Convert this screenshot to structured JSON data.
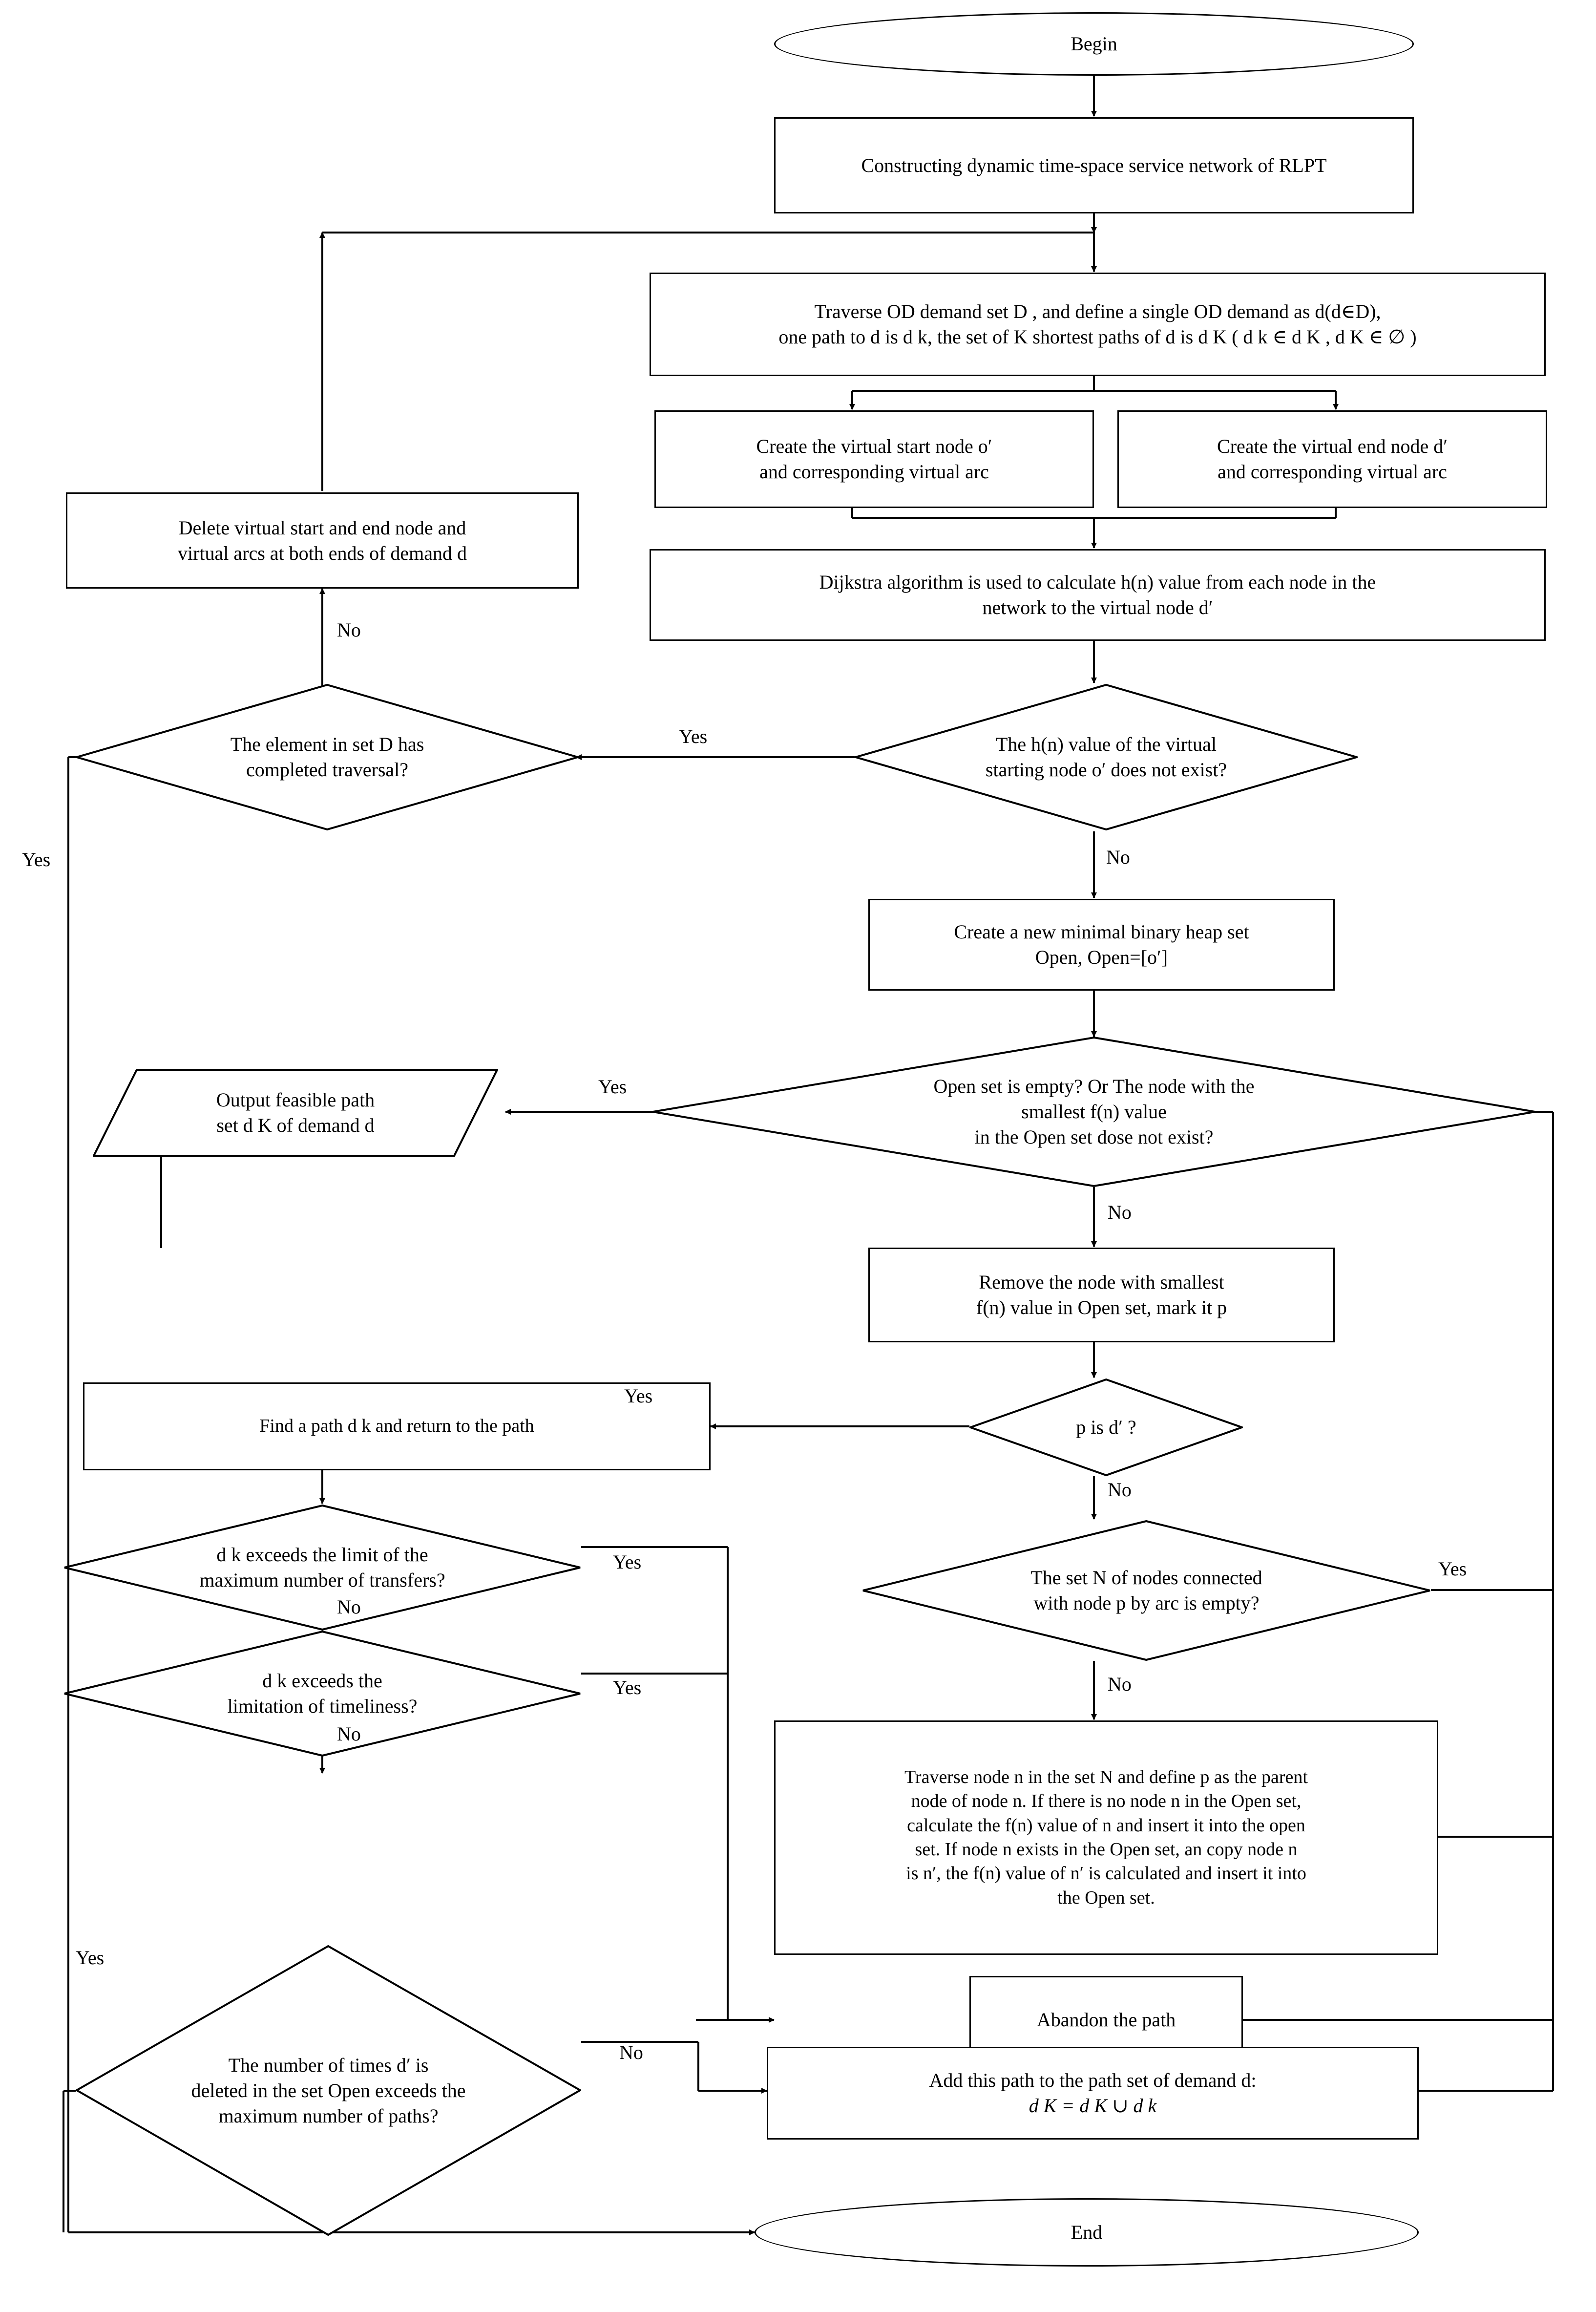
{
  "title": "RLPT dynamic time-space service network K-shortest path algorithm flowchart",
  "nodes": {
    "begin": {
      "label": "Begin",
      "shape": "terminator"
    },
    "construct": {
      "label": "Constructing dynamic time-space service network of RLPT",
      "shape": "process"
    },
    "traverse_od": {
      "line1": "Traverse OD demand set D , and define a single OD demand as d(d∈D),",
      "line2": "one path to d is d k, the set of K shortest paths of d is d K ( d k ∈ d K , d K ∈ ∅ )",
      "shape": "process"
    },
    "create_start": {
      "line1": "Create the virtual start node o′",
      "line2": "and corresponding virtual arc",
      "shape": "process"
    },
    "create_end": {
      "line1": "Create the virtual end node d′",
      "line2": "and corresponding virtual arc",
      "shape": "process"
    },
    "dijkstra": {
      "line1": "Dijkstra algorithm is used to calculate h(n) value from each node in the",
      "line2": "network to the virtual node d′",
      "shape": "process"
    },
    "delete_virtual": {
      "line1": "Delete virtual start and end node and",
      "line2": "virtual arcs at both ends of demand d",
      "shape": "process"
    },
    "set_d_traversed": {
      "line1": "The element in set D has",
      "line2": "completed traversal?",
      "shape": "decision"
    },
    "hn_not_exist": {
      "line1": "The h(n) value of the virtual",
      "line2": "starting node o′ does not exist?",
      "shape": "decision"
    },
    "create_heap": {
      "line1": "Create a new minimal binary heap set",
      "line2": "Open, Open=[o′]",
      "shape": "process"
    },
    "open_empty": {
      "line1": "Open set is empty? Or The node with the",
      "line2": "smallest f(n) value",
      "line3": "in the Open set dose not exist?",
      "shape": "decision"
    },
    "output_path": {
      "line1": "Output feasible path",
      "line2": "set d K of demand d",
      "shape": "io"
    },
    "remove_node": {
      "line1": "Remove the node with smallest",
      "line2": "f(n) value in Open set, mark it p",
      "shape": "process"
    },
    "p_is_d": {
      "line1": "p is d′ ?",
      "shape": "decision"
    },
    "find_path": {
      "line1": "Find  a path d k and return to the path",
      "shape": "process"
    },
    "exceeds_transfers": {
      "line1": "d k exceeds the limit of the",
      "line2": "maximum number of transfers?",
      "shape": "decision"
    },
    "exceeds_timeliness": {
      "line1": "d k exceeds the",
      "line2": "limitation of timeliness?",
      "shape": "decision"
    },
    "set_n_empty": {
      "line1": "The set N of nodes connected",
      "line2": "with node p by arc is empty?",
      "shape": "decision"
    },
    "traverse_n": {
      "line1": "Traverse node n in the set N and define p as the parent",
      "line2": "node of node n. If there is no node n in the Open set,",
      "line3": "calculate the f(n) value of n and insert it into the open",
      "line4": "set. If node n exists in the Open set, an copy node n",
      "line5": "is n′, the f(n) value of n′ is calculated and insert it into",
      "line6": "the Open set.",
      "shape": "process"
    },
    "times_deleted": {
      "line1": "The number of times d′ is",
      "line2": "deleted in the set Open exceeds the",
      "line3": "maximum number of paths?",
      "shape": "decision"
    },
    "abandon_path": {
      "label": "Abandon the path",
      "shape": "process"
    },
    "add_path": {
      "line1": "Add this path to the path set of demand d:",
      "line2": "d K = d K ∪ d k",
      "shape": "process"
    },
    "end": {
      "label": "End",
      "shape": "terminator"
    }
  },
  "edge_labels": {
    "hn_yes": "Yes",
    "hn_no": "No",
    "set_d_no": "No",
    "set_d_yes": "Yes",
    "open_yes": "Yes",
    "open_no": "No",
    "p_is_d_yes": "Yes",
    "p_is_d_no": "No",
    "transfers_yes": "Yes",
    "transfers_no": "No",
    "timeliness_yes": "Yes",
    "timeliness_no": "No",
    "set_n_yes": "Yes",
    "set_n_no": "No",
    "times_yes": "Yes",
    "times_no": "No"
  },
  "colors": {
    "line": "#000000",
    "fill": "#ffffff",
    "text": "#000000"
  }
}
